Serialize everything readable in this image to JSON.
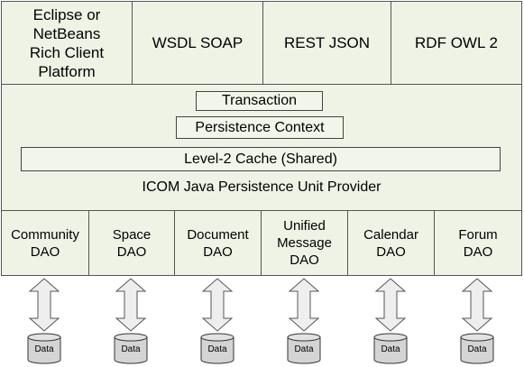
{
  "top_row": [
    {
      "label": "Eclipse or\nNetBeans\nRich Client\nPlatform"
    },
    {
      "label": "WSDL SOAP"
    },
    {
      "label": "REST JSON"
    },
    {
      "label": "RDF OWL 2"
    }
  ],
  "provider": {
    "transaction": "Transaction",
    "persistence_context": "Persistence Context",
    "cache": "Level-2 Cache (Shared)",
    "title": "ICOM Java Persistence Unit Provider"
  },
  "dao_row": [
    {
      "label": "Community\nDAO"
    },
    {
      "label": "Space\nDAO"
    },
    {
      "label": "Document\nDAO"
    },
    {
      "label": "Unified\nMessage\nDAO"
    },
    {
      "label": "Calendar\nDAO"
    },
    {
      "label": "Forum\nDAO"
    }
  ],
  "data_store_label": "Data",
  "colors": {
    "box_fill": "#eef3e6",
    "border": "#555555",
    "arrow_fill": "#eeeeee",
    "cylinder_fill": "#d4d4d4"
  }
}
